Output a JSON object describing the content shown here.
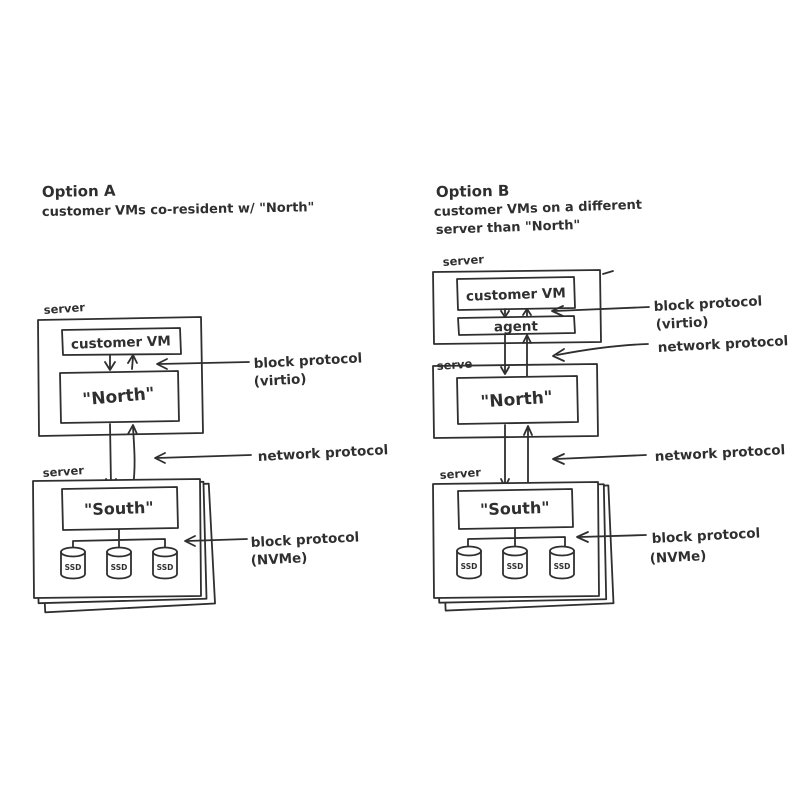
{
  "ink_color": "#2f2f2f",
  "background_color": "#ffffff",
  "option_a": {
    "title": "Option A",
    "subtitle1": "customer VMs co-resident w/ \"North\"",
    "top_server": {
      "label": "server",
      "customer_vm": "customer VM",
      "north": "\"North\""
    },
    "bottom_server": {
      "label": "server",
      "south": "\"South\"",
      "ssd": "SSD"
    },
    "annotations": {
      "virtio1": "block protocol",
      "virtio2": "(virtio)",
      "network": "network protocol",
      "nvme1": "block protocol",
      "nvme2": "(NVMe)"
    }
  },
  "option_b": {
    "title": "Option B",
    "subtitle1": "customer VMs on a  different",
    "subtitle2": "server than \"North\"",
    "top_server": {
      "label": "server",
      "customer_vm": "customer VM",
      "agent": "agent"
    },
    "mid_server": {
      "label": "serve",
      "north": "\"North\""
    },
    "bottom_server": {
      "label": "server",
      "south": "\"South\"",
      "ssd": "SSD"
    },
    "annotations": {
      "virtio1": "block protocol",
      "virtio2": "(virtio)",
      "network_top": "network protocol",
      "network_mid": "network protocol",
      "nvme1": "block protocol",
      "nvme2": "(NVMe)"
    }
  }
}
